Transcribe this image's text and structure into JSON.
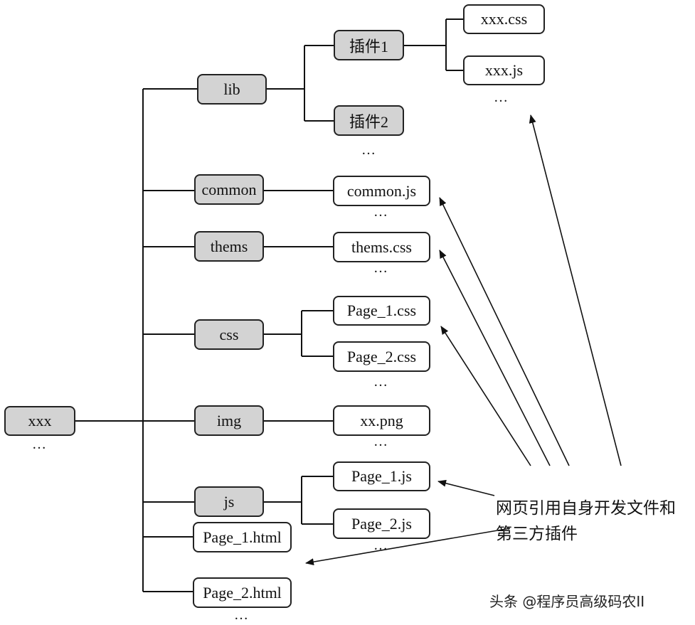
{
  "colors": {
    "folder_fill": "#d3d3d3",
    "file_fill": "#ffffff",
    "stroke": "#222222"
  },
  "root": {
    "label": "xxx"
  },
  "folders": {
    "lib": "lib",
    "plugin1": "插件1",
    "plugin2": "插件2",
    "common": "common",
    "thems": "thems",
    "css": "css",
    "img": "img",
    "js": "js"
  },
  "files": {
    "xxx_css": "xxx.css",
    "xxx_js": "xxx.js",
    "common_js": "common.js",
    "thems_css": "thems.css",
    "page1_css": "Page_1.css",
    "page2_css": "Page_2.css",
    "xx_png": "xx.png",
    "page1_js": "Page_1.js",
    "page2_js": "Page_2.js",
    "page1_html": "Page_1.html",
    "page2_html": "Page_2.html"
  },
  "ellipsis": "…",
  "annotation": {
    "line1": "网页引用自身开发文件和",
    "line2": "第三方插件"
  },
  "watermark": "头条 @程序员高级码农II"
}
